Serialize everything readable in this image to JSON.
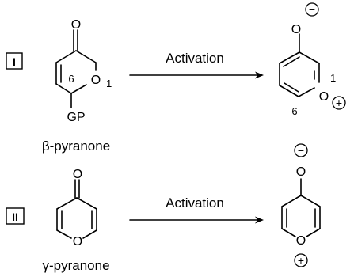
{
  "reactions": [
    {
      "label": "I",
      "reactant": {
        "name": "β-pyranone",
        "atoms": {
          "carbonyl_o": "O",
          "ring_o": "O",
          "ring_o_locant": "1",
          "c6_locant": "6",
          "substituent": "GP"
        }
      },
      "arrow_label": "Activation",
      "product": {
        "atoms": {
          "oxide_o": "O",
          "ring_o": "O",
          "ring_o_locant": "1",
          "c6_locant": "6"
        },
        "charges": {
          "oxide": "−",
          "ring_o": "+"
        }
      }
    },
    {
      "label": "II",
      "reactant": {
        "name": "γ-pyranone",
        "atoms": {
          "carbonyl_o": "O",
          "ring_o": "O"
        }
      },
      "arrow_label": "Activation",
      "product": {
        "atoms": {
          "oxide_o": "O",
          "ring_o": "O"
        },
        "charges": {
          "oxide": "−",
          "ring_o": "+"
        }
      }
    }
  ]
}
